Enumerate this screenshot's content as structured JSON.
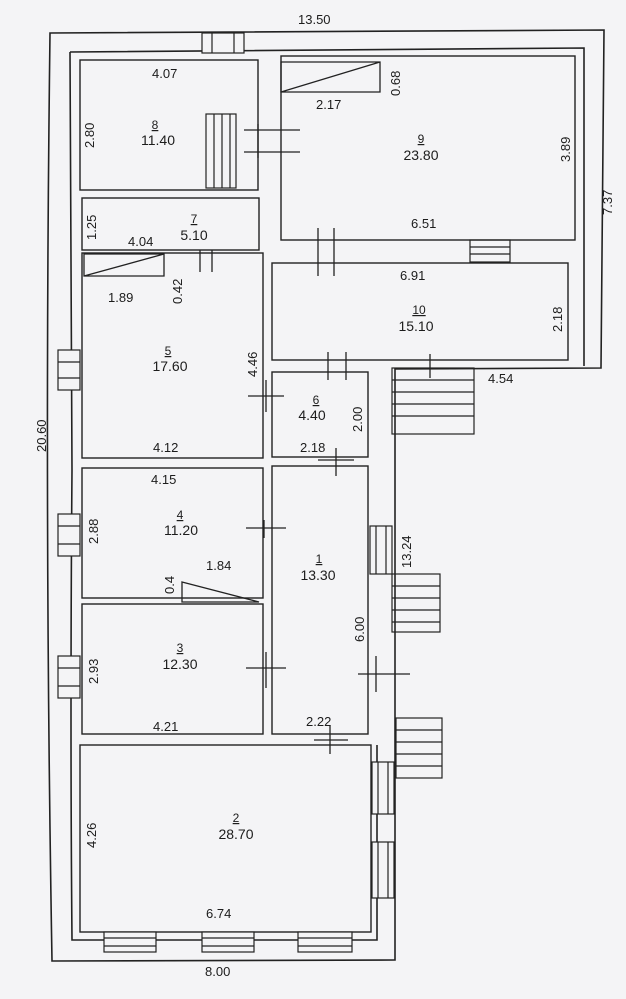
{
  "plan": {
    "overall": {
      "top": "13.50",
      "right": "7.37",
      "left": "20.60",
      "bottom": "8.00",
      "right_lower": "13.24"
    },
    "rooms": [
      {
        "id": "room-8",
        "number": "8",
        "area": "11.40",
        "dims": [
          "4.07",
          "2.80"
        ]
      },
      {
        "id": "room-9",
        "number": "9",
        "area": "23.80",
        "dims": [
          "2.17",
          "0.68",
          "3.89",
          "6.51"
        ]
      },
      {
        "id": "room-7",
        "number": "7",
        "area": "5.10",
        "dims": [
          "1.25",
          "4.04"
        ]
      },
      {
        "id": "room-10",
        "number": "10",
        "area": "15.10",
        "dims": [
          "6.91",
          "2.18",
          "4.54"
        ]
      },
      {
        "id": "room-5",
        "number": "5",
        "area": "17.60",
        "dims": [
          "1.89",
          "0.42",
          "4.46",
          "4.12"
        ]
      },
      {
        "id": "room-6",
        "number": "6",
        "area": "4.40",
        "dims": [
          "2.00",
          "2.18"
        ]
      },
      {
        "id": "room-4",
        "number": "4",
        "area": "11.20",
        "dims": [
          "4.15",
          "2.88",
          "1.84",
          "0.4"
        ]
      },
      {
        "id": "room-1",
        "number": "1",
        "area": "13.30",
        "dims": [
          "6.00",
          "2.22"
        ]
      },
      {
        "id": "room-3",
        "number": "3",
        "area": "12.30",
        "dims": [
          "2.93",
          "4.21"
        ]
      },
      {
        "id": "room-2",
        "number": "2",
        "area": "28.70",
        "dims": [
          "4.26",
          "6.74"
        ]
      }
    ]
  }
}
